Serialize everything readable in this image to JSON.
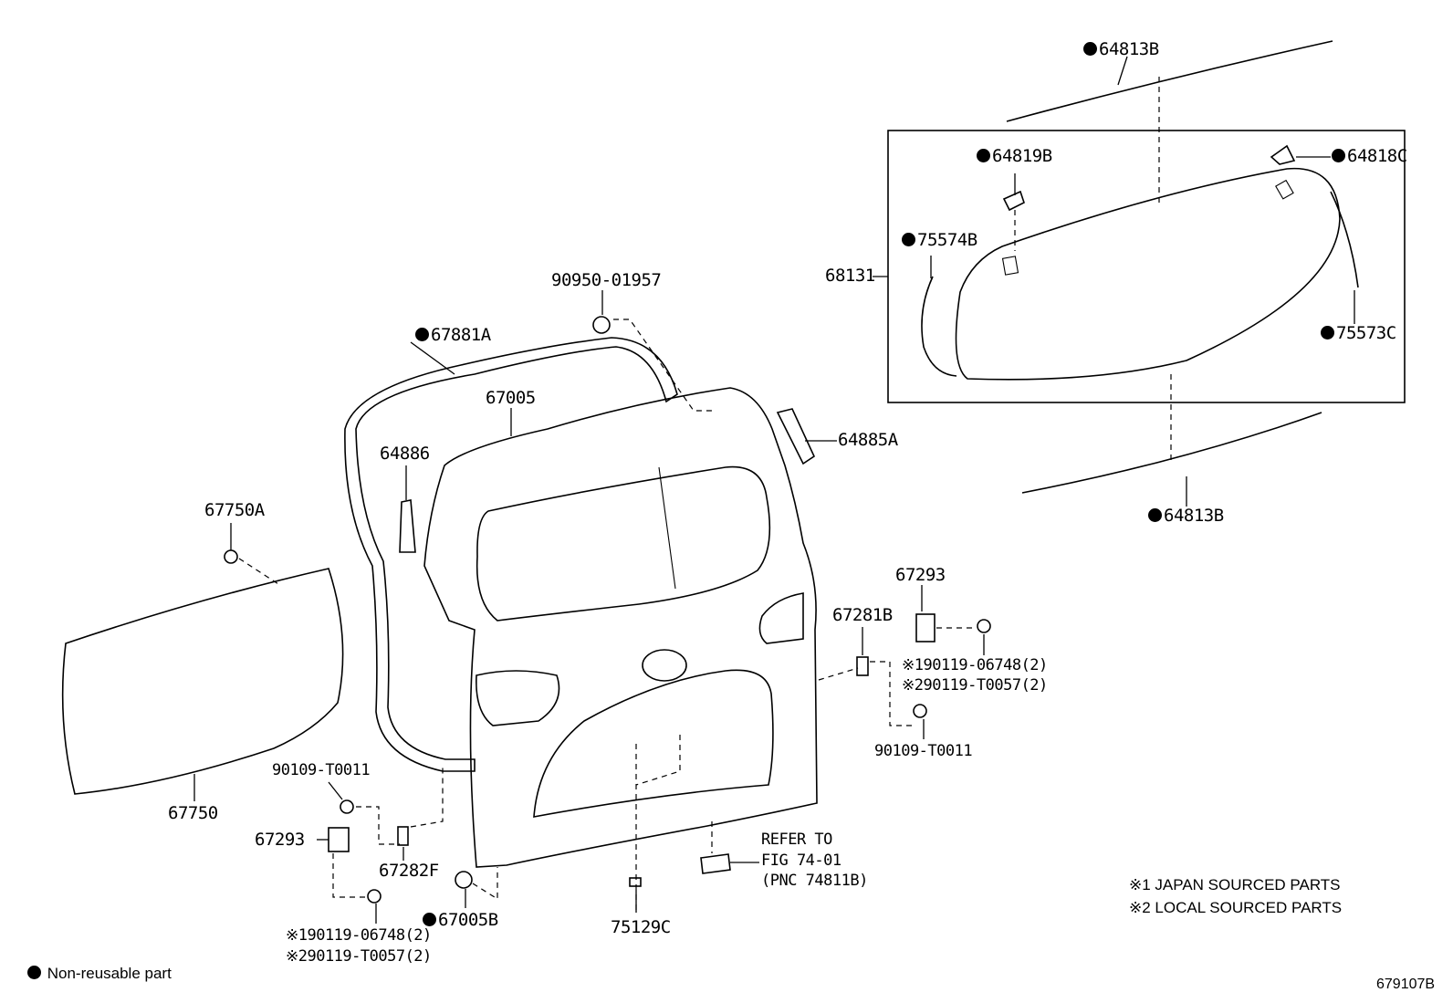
{
  "parts": {
    "p64813B_top": "64813B",
    "p64819B": "64819B",
    "p64818C": "64818C",
    "p75574B": "75574B",
    "p68131": "68131",
    "p75573C": "75573C",
    "p64813B_bottom": "64813B",
    "p90950": "90950-01957",
    "p67881A": "67881A",
    "p67005": "67005",
    "p64885A": "64885A",
    "p64886": "64886",
    "p67750A": "67750A",
    "p67750": "67750",
    "p67293_right": "67293",
    "p67281B": "67281B",
    "p90119_06748_right": "※190119-06748(2)",
    "p90119_T0057_right": "※290119-T0057(2)",
    "p90109_right": "90109-T0011",
    "p90109_left": "90109-T0011",
    "p67293_left": "67293",
    "p67282F": "67282F",
    "p67005B": "67005B",
    "p90119_06748_left": "※190119-06748(2)",
    "p90119_T0057_left": "※290119-T0057(2)",
    "p75129C": "75129C"
  },
  "refer": {
    "line1": "REFER TO",
    "line2": "FIG 74-01",
    "line3": "(PNC 74811B)"
  },
  "notes": {
    "japan": "※1 JAPAN SOURCED PARTS",
    "local": "※2 LOCAL SOURCED PARTS",
    "nonreusable": "Non-reusable part",
    "figure_id": "679107B"
  }
}
